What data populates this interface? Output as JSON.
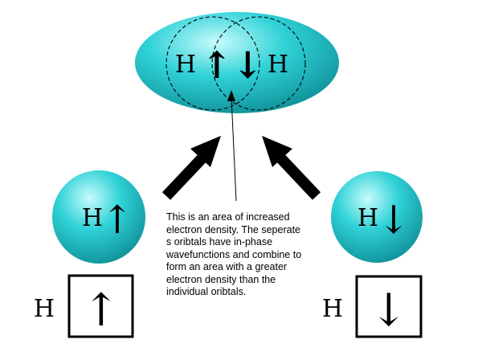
{
  "molecule": {
    "atom_left": "H",
    "atom_right": "H",
    "electron_pair": "↑↓"
  },
  "atom_left": {
    "symbol": "H",
    "spin": "↑",
    "box_label": "H",
    "box_spin": "↑"
  },
  "atom_right": {
    "symbol": "H",
    "spin": "↓",
    "box_label": "H",
    "box_spin": "↓"
  },
  "caption": {
    "lines": [
      "This is an area of increased",
      "electron density.  The seperate",
      "s oribtals have in-phase",
      "wavefunctions and combine to",
      "form an area with a greater",
      "electron density than the",
      "individual oribtals."
    ]
  },
  "colors": {
    "orbital_fill": "#29cfd4",
    "orbital_highlight": "#c8fbfc",
    "orbital_shadow": "#0f8f97",
    "ink": "#000000"
  }
}
